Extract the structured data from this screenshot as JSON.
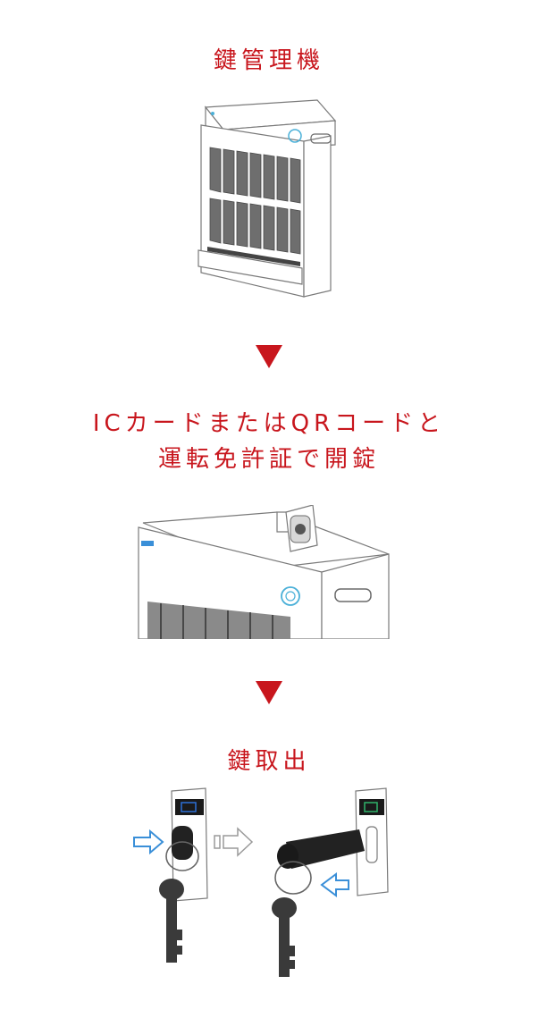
{
  "steps": [
    {
      "title": "鍵管理機"
    },
    {
      "title_line1": "ICカードまたはQRコードと",
      "title_line2": "運転免許証で開錠"
    },
    {
      "title": "鍵取出"
    }
  ],
  "colors": {
    "accent": "#c8161d",
    "arrow_blue": "#3a8fd8",
    "panel_blue": "#2d6fd6",
    "panel_green": "#2fb36b"
  },
  "icons": [
    "down-arrow-icon",
    "down-arrow-icon",
    "hollow-right-arrow-icon",
    "blue-insert-arrow-icon"
  ]
}
